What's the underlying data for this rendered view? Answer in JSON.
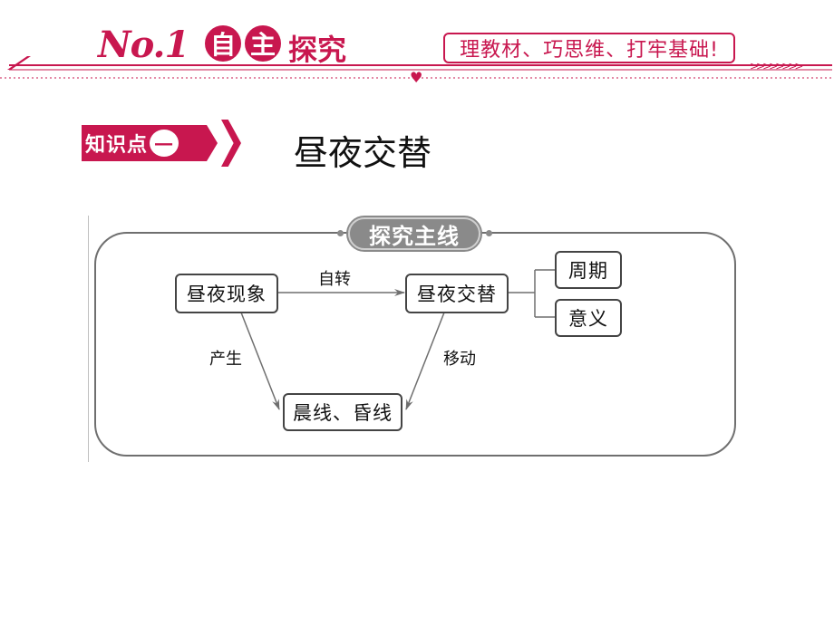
{
  "header": {
    "no_label": "No.1",
    "char1": "自",
    "char2": "主",
    "section": "探究",
    "slogan": "理教材、巧思维、打牢基础!"
  },
  "knowledge_point": {
    "tag": "知识点",
    "number": "一",
    "title": "昼夜交替"
  },
  "diagram": {
    "banner": "探究主线",
    "nodes": {
      "phenomenon": "昼夜现象",
      "alternation": "昼夜交替",
      "terminator": "晨线、昏线",
      "period": "周期",
      "meaning": "意义"
    },
    "edges": {
      "rotation": "自转",
      "produce": "产生",
      "move": "移动"
    }
  },
  "colors": {
    "accent": "#c8174f",
    "line": "#6f6f6f",
    "banner": "#8a8a8a"
  }
}
